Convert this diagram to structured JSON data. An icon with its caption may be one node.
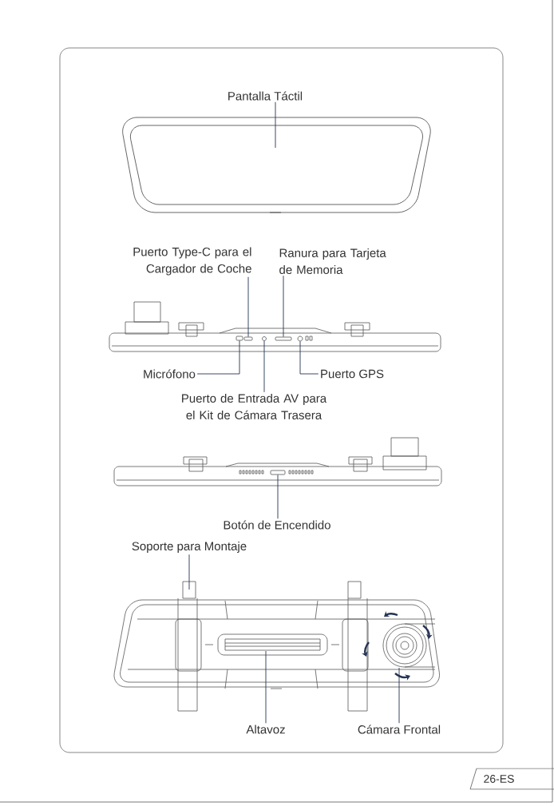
{
  "diagram": {
    "nodes": [
      {
        "text": [
          "Pantalla Táctil"
        ]
      },
      {
        "text": [
          "Puerto Type-C para el Cargador de Coche"
        ]
      },
      {
        "text": [
          "Ranura para Tarjeta de Memoria"
        ]
      },
      {
        "text": [
          "Micrófono"
        ]
      },
      {
        "text": [
          "Puerto GPS"
        ]
      },
      {
        "text": [
          "Puerto de Entrada AV para el Kit de Cámara Trasera"
        ]
      },
      {
        "text": [
          "Botón de Encendido"
        ]
      },
      {
        "text": [
          "Soporte para Montaje"
        ]
      },
      {
        "text": [
          "Altavoz"
        ]
      },
      {
        "text": [
          "Cámara Frontal"
        ]
      },
      {
        "text": [
          "26-ES"
        ]
      },
      {
        "text": [],
        "shape": "box"
      },
      {
        "text": [],
        "shape": "box"
      },
      {
        "text": [],
        "shape": "circle"
      },
      {
        "text": [],
        "shape": "box"
      },
      {
        "text": [],
        "shape": "circle"
      },
      {
        "text": [],
        "shape": "box"
      }
    ],
    "edges": [
      {
        "from": 0,
        "to": null,
        "arrow": "none"
      },
      {
        "from": 1,
        "to": 12,
        "arrow": "none"
      },
      {
        "from": 2,
        "to": 14,
        "arrow": "none"
      },
      {
        "from": 3,
        "to": 11,
        "arrow": "none"
      },
      {
        "from": 4,
        "to": 15,
        "arrow": "none"
      },
      {
        "from": 5,
        "to": 13,
        "arrow": "none"
      },
      {
        "from": 6,
        "to": 16,
        "arrow": "none"
      },
      {
        "from": 7,
        "to": null,
        "arrow": "none"
      },
      {
        "from": 8,
        "to": null,
        "arrow": "none"
      },
      {
        "from": 9,
        "to": null,
        "arrow": "none"
      }
    ]
  }
}
